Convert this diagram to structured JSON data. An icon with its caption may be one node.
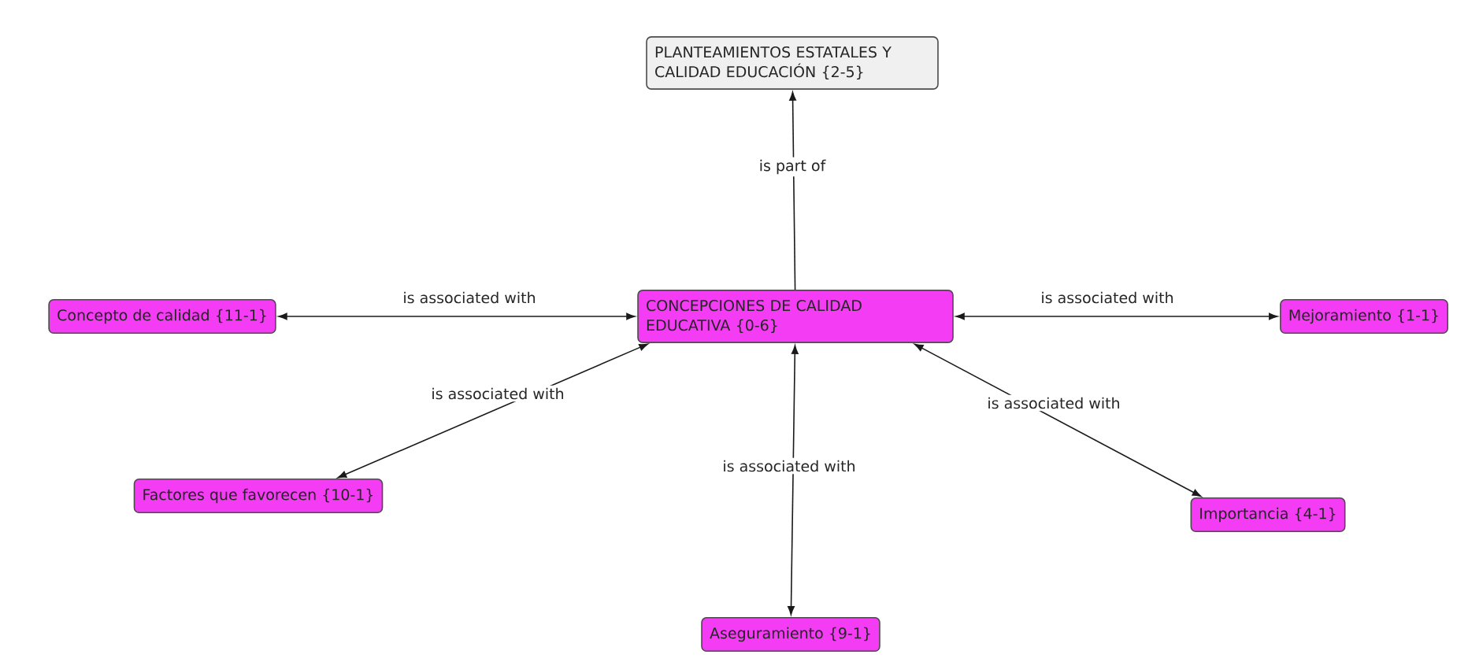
{
  "diagram": {
    "nodes": [
      {
        "text": [
          "PLANTEAMIENTOS ESTATALES Y CALIDAD EDUCACIÓN {2-5}"
        ]
      },
      {
        "text": [
          "CONCEPCIONES DE CALIDAD EDUCATIVA {0-6}"
        ]
      },
      {
        "text": [
          "Concepto de calidad {11-1}"
        ]
      },
      {
        "text": [
          "Mejoramiento {1-1}"
        ]
      },
      {
        "text": [
          "Factores que favorecen {10-1}"
        ]
      },
      {
        "text": [
          "Importancia {4-1}"
        ]
      },
      {
        "text": [
          "Aseguramiento {9-1}"
        ]
      }
    ],
    "edges": [
      {
        "from": 1,
        "to": 0,
        "arrow": "to",
        "label": "is part of"
      },
      {
        "from": 1,
        "to": 2,
        "arrow": "both",
        "label": "is associated with"
      },
      {
        "from": 1,
        "to": 3,
        "arrow": "both",
        "label": "is associated with"
      },
      {
        "from": 1,
        "to": 4,
        "arrow": "both",
        "label": "is associated with"
      },
      {
        "from": 1,
        "to": 5,
        "arrow": "both",
        "label": "is associated with"
      },
      {
        "from": 1,
        "to": 6,
        "arrow": "both",
        "label": "is associated with"
      }
    ]
  }
}
